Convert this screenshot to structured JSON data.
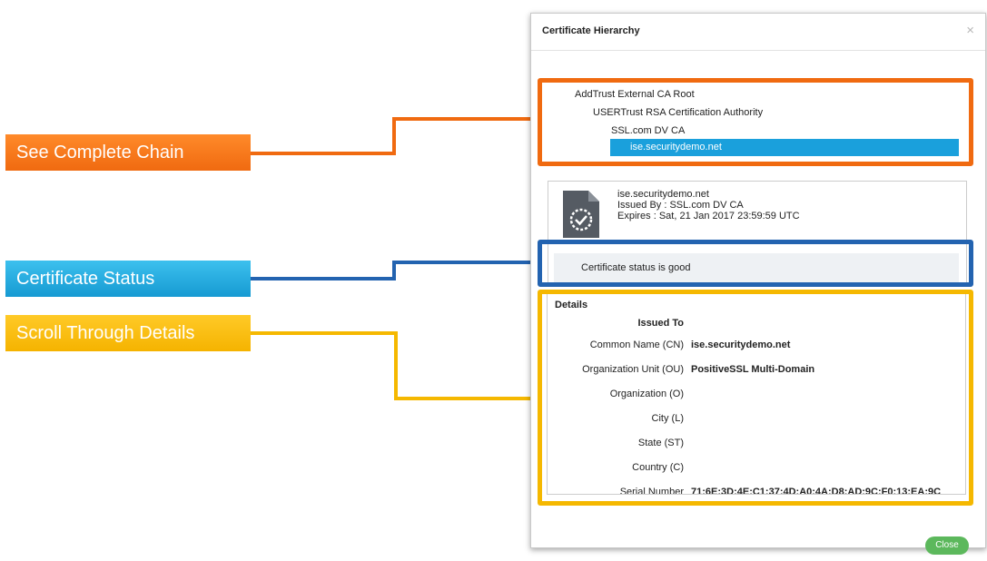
{
  "callouts": {
    "chain": "See Complete Chain",
    "status": "Certificate Status",
    "details": "Scroll Through Details"
  },
  "dialog": {
    "title": "Certificate Hierarchy",
    "close_x": "×",
    "close_button": "Close"
  },
  "chain": [
    "AddTrust External CA Root",
    "USERTrust RSA Certification Authority",
    "SSL.com DV CA",
    "ise.securitydemo.net"
  ],
  "certificate": {
    "name": "ise.securitydemo.net",
    "issued_by": "Issued By : SSL.com DV CA",
    "expires": "Expires : Sat, 21 Jan 2017 23:59:59 UTC",
    "status": "Certificate status is good"
  },
  "details": {
    "title": "Details",
    "section": "Issued To",
    "rows": [
      {
        "label": "Common Name (CN)",
        "value": "ise.securitydemo.net"
      },
      {
        "label": "Organization Unit (OU)",
        "value": "PositiveSSL Multi-Domain"
      },
      {
        "label": "Organization (O)",
        "value": ""
      },
      {
        "label": "City (L)",
        "value": ""
      },
      {
        "label": "State (ST)",
        "value": ""
      },
      {
        "label": "Country (C)",
        "value": ""
      },
      {
        "label": "Serial Number",
        "value": "71:6E:3D:4E:C1:37:4D:A0:4A:D8:AD:9C:F0:13:EA:9C"
      }
    ]
  },
  "colors": {
    "orange": "#f06a10",
    "blue": "#2363b0",
    "yellow": "#f5b800",
    "selected": "#1aa0dc",
    "close_button": "#5cb85c"
  }
}
